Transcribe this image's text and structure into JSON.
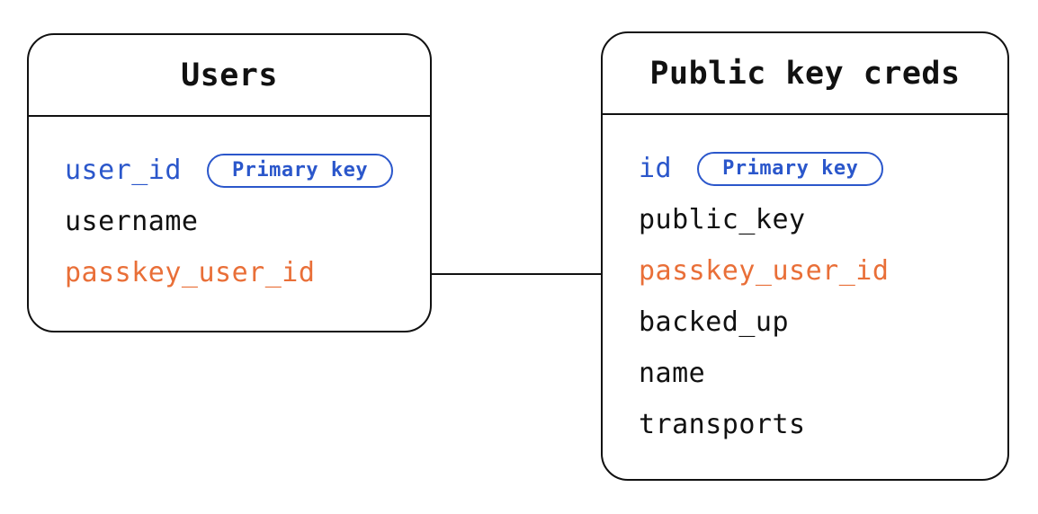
{
  "diagram": {
    "colors": {
      "accent_blue": "#2b57cb",
      "accent_orange": "#e96f38",
      "ink": "#111111",
      "background": "#ffffff"
    },
    "badge_label": "Primary key",
    "tables": [
      {
        "title": "Users",
        "fields": [
          {
            "name": "user_id",
            "color": "blue",
            "badge": "Primary key"
          },
          {
            "name": "username",
            "color": "black"
          },
          {
            "name": "passkey_user_id",
            "color": "orange"
          }
        ]
      },
      {
        "title": "Public key creds",
        "fields": [
          {
            "name": "id",
            "color": "blue",
            "badge": "Primary key"
          },
          {
            "name": "public_key",
            "color": "black"
          },
          {
            "name": "passkey_user_id",
            "color": "orange"
          },
          {
            "name": "backed_up",
            "color": "black"
          },
          {
            "name": "name",
            "color": "black"
          },
          {
            "name": "transports",
            "color": "black"
          }
        ]
      }
    ],
    "relationship": {
      "type": "line",
      "from": "Users.passkey_user_id",
      "to": "Public key creds.passkey_user_id"
    }
  }
}
